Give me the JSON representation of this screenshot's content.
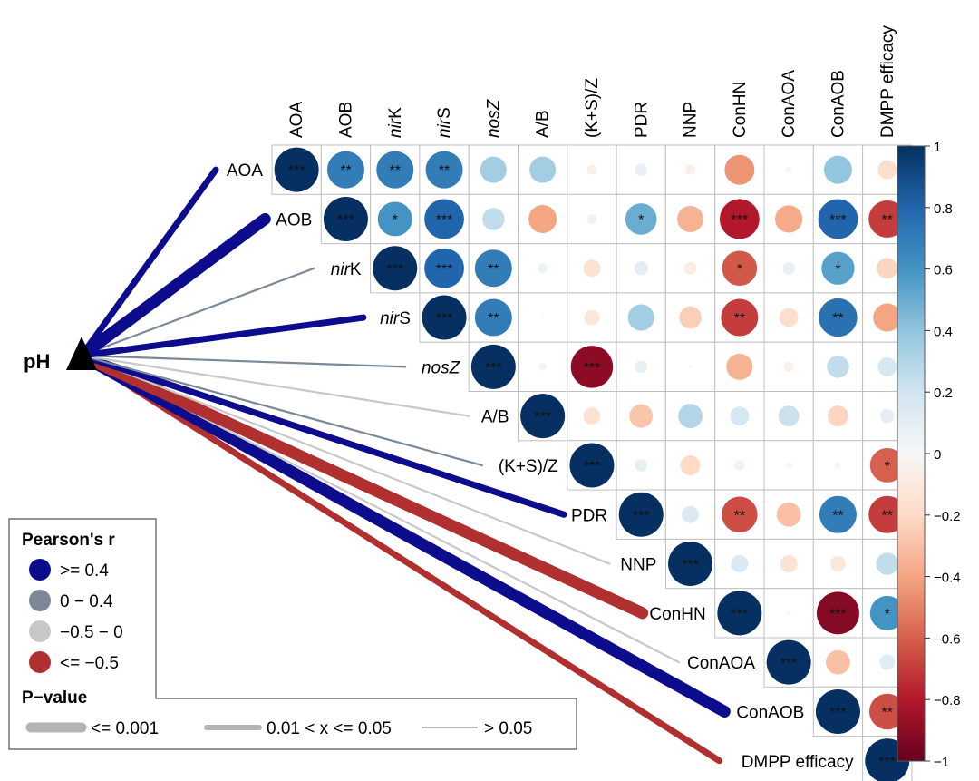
{
  "chart_data": {
    "type": "heatmap",
    "variables": [
      "AOA",
      "AOB",
      "nirK",
      "nirS",
      "nosZ",
      "A/B",
      "(K+S)/Z",
      "PDR",
      "NNP",
      "ConHN",
      "ConAOA",
      "ConAOB",
      "DMPP efficacy"
    ],
    "column_labels": [
      {
        "main": "AOA",
        "suffix": ""
      },
      {
        "main": "AOB",
        "suffix": ""
      },
      {
        "main": "nir",
        "suffix": "K",
        "italic_main": true
      },
      {
        "main": "nir",
        "suffix": "S",
        "italic_main": true
      },
      {
        "main": "nosZ",
        "suffix": "",
        "italic_main": true
      },
      {
        "main": "A/B",
        "suffix": ""
      },
      {
        "main": "(K+S)/Z",
        "suffix": ""
      },
      {
        "main": "PDR",
        "suffix": ""
      },
      {
        "main": "NNP",
        "suffix": ""
      },
      {
        "main": "ConHN",
        "suffix": ""
      },
      {
        "main": "ConAOA",
        "suffix": ""
      },
      {
        "main": "ConAOB",
        "suffix": ""
      },
      {
        "main": "DMPP efficacy",
        "suffix": ""
      }
    ],
    "row_labels": [
      {
        "main": "AOA",
        "suffix": ""
      },
      {
        "main": "AOB",
        "suffix": ""
      },
      {
        "main": "nir",
        "suffix": "K",
        "italic_main": true
      },
      {
        "main": "nir",
        "suffix": "S",
        "italic_main": true
      },
      {
        "main": "nosZ",
        "suffix": "",
        "italic_main": true
      },
      {
        "main": "A/B",
        "suffix": ""
      },
      {
        "main": "(K+S)/Z",
        "suffix": ""
      },
      {
        "main": "PDR",
        "suffix": ""
      },
      {
        "main": "NNP",
        "suffix": ""
      },
      {
        "main": "ConHN",
        "suffix": ""
      },
      {
        "main": "ConAOA",
        "suffix": ""
      },
      {
        "main": "ConAOB",
        "suffix": ""
      },
      {
        "main": "DMPP efficacy",
        "suffix": ""
      }
    ],
    "matrix_upper": [
      [
        1.0,
        0.7,
        0.7,
        0.7,
        0.35,
        0.35,
        -0.05,
        0.08,
        -0.05,
        -0.45,
        -0.02,
        0.4,
        -0.18
      ],
      [
        null,
        1.0,
        0.6,
        0.8,
        0.25,
        -0.4,
        0.05,
        0.5,
        -0.35,
        -0.8,
        -0.38,
        0.8,
        -0.7
      ],
      [
        null,
        null,
        1.0,
        0.8,
        0.7,
        0.05,
        -0.15,
        0.1,
        -0.08,
        -0.62,
        0.08,
        0.55,
        -0.22
      ],
      [
        null,
        null,
        null,
        1.0,
        0.7,
        0.0,
        -0.12,
        0.35,
        -0.25,
        -0.7,
        -0.18,
        0.75,
        -0.4
      ],
      [
        null,
        null,
        null,
        null,
        1.0,
        0.03,
        -0.9,
        0.08,
        0.0,
        -0.35,
        -0.05,
        0.25,
        0.18
      ],
      [
        null,
        null,
        null,
        null,
        null,
        1.0,
        -0.15,
        -0.28,
        0.3,
        0.18,
        0.22,
        -0.22,
        0.1
      ],
      [
        null,
        null,
        null,
        null,
        null,
        null,
        1.0,
        0.08,
        -0.2,
        -0.05,
        0.02,
        0.02,
        -0.6
      ],
      [
        null,
        null,
        null,
        null,
        null,
        null,
        null,
        1.0,
        0.15,
        -0.65,
        -0.3,
        0.7,
        -0.7
      ],
      [
        null,
        null,
        null,
        null,
        null,
        null,
        null,
        null,
        1.0,
        0.15,
        -0.15,
        -0.12,
        0.25
      ],
      [
        null,
        null,
        null,
        null,
        null,
        null,
        null,
        null,
        null,
        1.0,
        -0.01,
        -0.92,
        0.6
      ],
      [
        null,
        null,
        null,
        null,
        null,
        null,
        null,
        null,
        null,
        null,
        1.0,
        -0.3,
        0.12
      ],
      [
        null,
        null,
        null,
        null,
        null,
        null,
        null,
        null,
        null,
        null,
        null,
        1.0,
        -0.65
      ],
      [
        null,
        null,
        null,
        null,
        null,
        null,
        null,
        null,
        null,
        null,
        null,
        null,
        1.0
      ]
    ],
    "significance_upper": [
      [
        "***",
        "**",
        "**",
        "**",
        "",
        "",
        "",
        "",
        "",
        "",
        "",
        "",
        ""
      ],
      [
        null,
        "***",
        "*",
        "***",
        "",
        "",
        "",
        "*",
        "",
        "***",
        "",
        "***",
        "**"
      ],
      [
        null,
        null,
        "***",
        "***",
        "**",
        "",
        "",
        "",
        "",
        "*",
        "",
        "*",
        ""
      ],
      [
        null,
        null,
        null,
        "***",
        "**",
        "",
        "",
        "",
        "",
        "**",
        "",
        "**",
        ""
      ],
      [
        null,
        null,
        null,
        null,
        "***",
        "",
        "***",
        "",
        "",
        "",
        "",
        "",
        ""
      ],
      [
        null,
        null,
        null,
        null,
        null,
        "***",
        "",
        "",
        "",
        "",
        "",
        "",
        ""
      ],
      [
        null,
        null,
        null,
        null,
        null,
        null,
        "***",
        "",
        "",
        "",
        "",
        "",
        "*"
      ],
      [
        null,
        null,
        null,
        null,
        null,
        null,
        null,
        "***",
        "",
        "**",
        "",
        "**",
        "**"
      ],
      [
        null,
        null,
        null,
        null,
        null,
        null,
        null,
        null,
        "***",
        "",
        "",
        "",
        ""
      ],
      [
        null,
        null,
        null,
        null,
        null,
        null,
        null,
        null,
        null,
        "***",
        "",
        "***",
        "*"
      ],
      [
        null,
        null,
        null,
        null,
        null,
        null,
        null,
        null,
        null,
        null,
        "***",
        "",
        ""
      ],
      [
        null,
        null,
        null,
        null,
        null,
        null,
        null,
        null,
        null,
        null,
        null,
        "***",
        "**"
      ],
      [
        null,
        null,
        null,
        null,
        null,
        null,
        null,
        null,
        null,
        null,
        null,
        null,
        "***"
      ]
    ],
    "ph_links": {
      "source_label": "pH",
      "targets": [
        "AOA",
        "AOB",
        "nirK",
        "nirS",
        "nosZ",
        "A/B",
        "(K+S)/Z",
        "PDR",
        "NNP",
        "ConHN",
        "ConAOA",
        "ConAOB",
        "DMPP efficacy"
      ],
      "r_class": [
        "pos_strong",
        "pos_strong",
        "pos_weak",
        "pos_strong",
        "pos_weak",
        "neg_weak",
        "pos_weak",
        "pos_strong",
        "neg_weak",
        "neg_strong",
        "neg_weak",
        "pos_strong",
        "neg_strong"
      ],
      "p_class": [
        "mid",
        "high",
        "low",
        "mid",
        "low",
        "low",
        "low",
        "mid",
        "low",
        "high",
        "low",
        "high",
        "mid"
      ]
    },
    "colorbar": {
      "range": [
        -1,
        1
      ],
      "ticks": [
        1,
        0.8,
        0.6,
        0.4,
        0.2,
        0,
        -0.2,
        -0.4,
        -0.6,
        -0.8,
        -1
      ],
      "tick_labels": [
        "1",
        "0.8",
        "0.6",
        "0.4",
        "0.2",
        "0",
        "−0.2",
        "−0.4",
        "−0.6",
        "−0.8",
        "−1"
      ]
    },
    "legend": {
      "r_title": "Pearson's r",
      "r_items": [
        {
          "label": ">= 0.4",
          "color": "#0c0c8c"
        },
        {
          "label": "0 − 0.4",
          "color": "#7b8898"
        },
        {
          "label": "−0.5 − 0",
          "color": "#c8c8c8"
        },
        {
          "label": "<= −0.5",
          "color": "#b03030"
        }
      ],
      "p_title": "P−value",
      "p_items": [
        {
          "label": "<= 0.001",
          "width_class": "high"
        },
        {
          "label": "0.01 < x <= 0.05",
          "width_class": "mid"
        },
        {
          "label": "> 0.05",
          "width_class": "low"
        }
      ]
    }
  },
  "colors": {
    "link_pos_strong": "#0c0c8c",
    "link_pos_weak": "#7b8898",
    "link_neg_weak": "#c8c8c8",
    "link_neg_strong": "#b03030",
    "p_legend_gray": "#b4b4b4",
    "grid": "#c0c0c0"
  }
}
